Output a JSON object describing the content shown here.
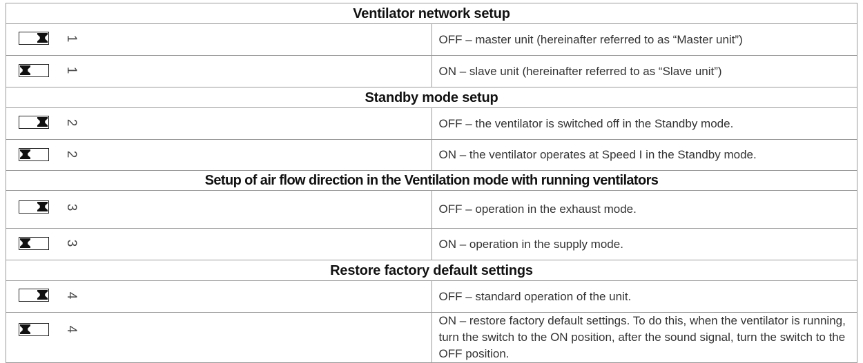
{
  "sections": [
    {
      "title": "Ventilator network setup",
      "rows": [
        {
          "state": "off",
          "number": "1",
          "text": "OFF – master unit (hereinafter referred to as “Master unit”)"
        },
        {
          "state": "on",
          "number": "1",
          "text": "ON – slave unit (hereinafter referred to as “Slave unit”)"
        }
      ]
    },
    {
      "title": "Standby mode setup",
      "rows": [
        {
          "state": "off",
          "number": "2",
          "text": "OFF – the ventilator is switched off in the Standby mode."
        },
        {
          "state": "on",
          "number": "2",
          "text": "ON – the ventilator operates at Speed I in the Standby mode."
        }
      ]
    },
    {
      "title": "Setup of air flow direction in the Ventilation mode with running ventilators",
      "rows": [
        {
          "state": "off",
          "number": "3",
          "text": "OFF – operation in the exhaust mode."
        },
        {
          "state": "on",
          "number": "3",
          "text": "ON – operation in the supply mode."
        }
      ]
    },
    {
      "title": "Restore factory default settings",
      "rows": [
        {
          "state": "off",
          "number": "4",
          "text": "OFF – standard operation of the unit."
        },
        {
          "state": "on",
          "number": "4",
          "text": "ON – restore factory default settings. To do this, when the ventilator is running, turn the switch to the ON position, after the sound signal, turn the switch to the OFF position."
        }
      ]
    }
  ]
}
